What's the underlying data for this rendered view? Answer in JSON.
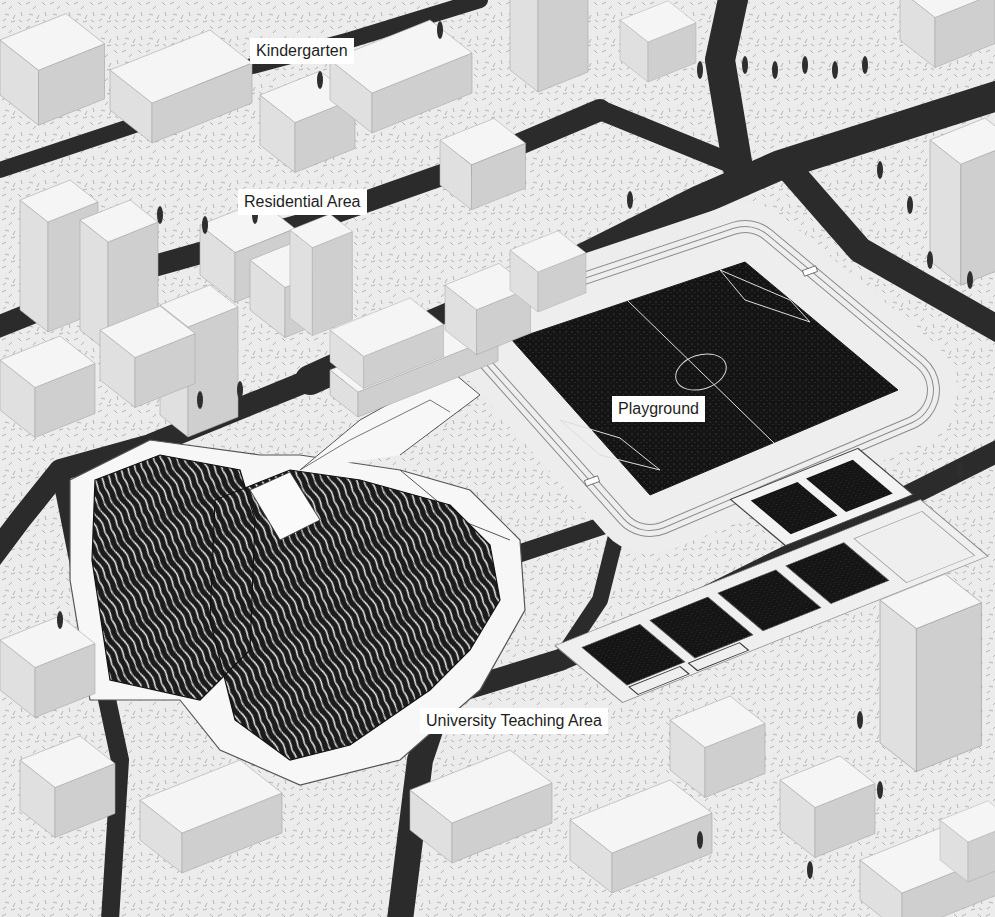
{
  "diagram": {
    "labels": [
      "Kindergarten",
      "Residential Area",
      "Playground",
      "University Teaching Area"
    ]
  }
}
